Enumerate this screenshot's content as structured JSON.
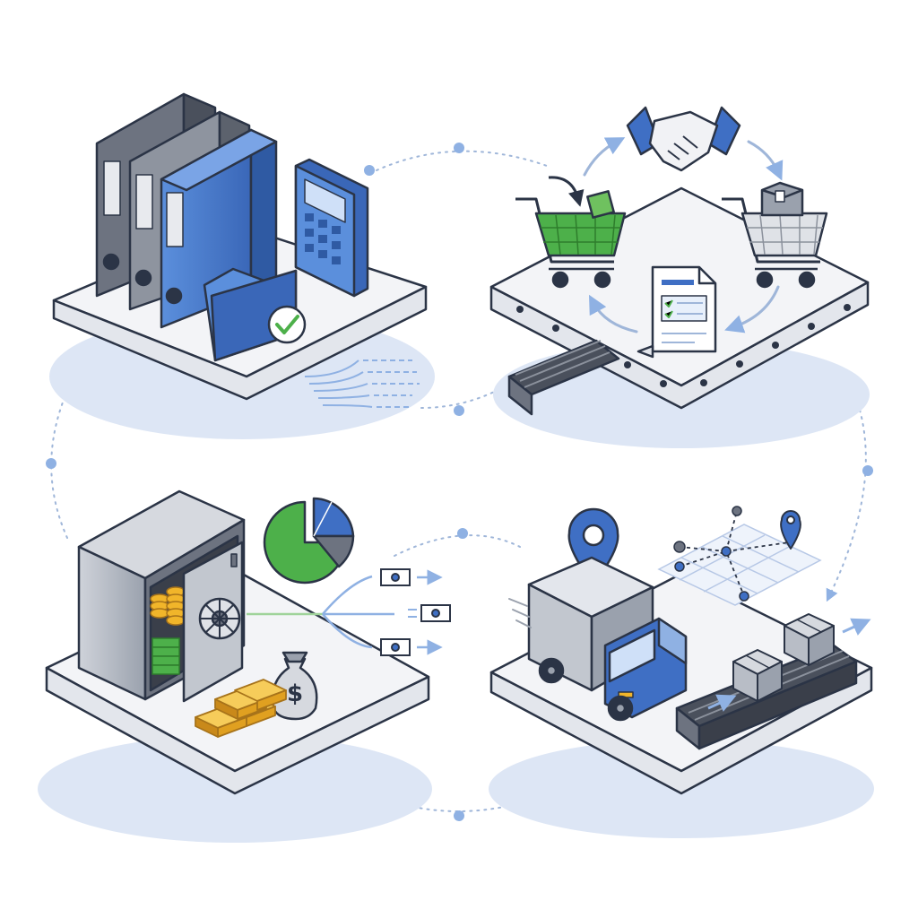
{
  "scene": {
    "quadrants": [
      {
        "id": "accounting",
        "icons": [
          "binder-icon",
          "folder-icon",
          "check-icon",
          "calculator-icon"
        ]
      },
      {
        "id": "procurement",
        "icons": [
          "handshake-icon",
          "shopping-cart-icon",
          "invoice-icon",
          "conveyor-belt-icon"
        ]
      },
      {
        "id": "treasury",
        "icons": [
          "safe-icon",
          "gold-coins-icon",
          "cash-stack-icon",
          "pie-chart-icon",
          "money-bag-icon",
          "gold-bars-icon",
          "banknote-icon"
        ]
      },
      {
        "id": "logistics",
        "icons": [
          "location-pin-icon",
          "delivery-truck-icon",
          "route-map-icon",
          "package-box-icon",
          "conveyor-belt-icon"
        ]
      }
    ],
    "money_symbol": "$",
    "colors": {
      "accent_blue": "#3f6fc4",
      "light_blue": "#8fb1e3",
      "green": "#4db04a",
      "gold": "#f1b52a",
      "outline": "#2b3446",
      "platform": "#eef0f4",
      "shadow": "#dde6f5"
    }
  }
}
